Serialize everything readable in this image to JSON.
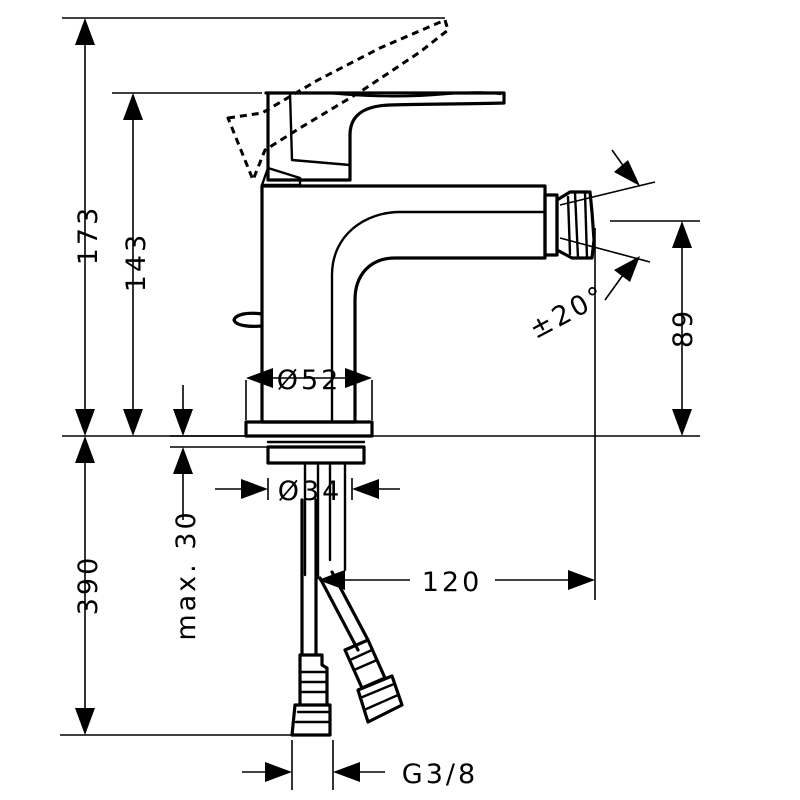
{
  "dimensions": {
    "height_total": "173",
    "height_lever": "143",
    "height_spout": "89",
    "spout_reach": "120",
    "swivel_angle": "±20°",
    "body_diameter": "Ø52",
    "shank_diameter": "Ø34",
    "max_thickness": "max. 30",
    "hose_length": "390",
    "connection_thread": "G3/8"
  }
}
